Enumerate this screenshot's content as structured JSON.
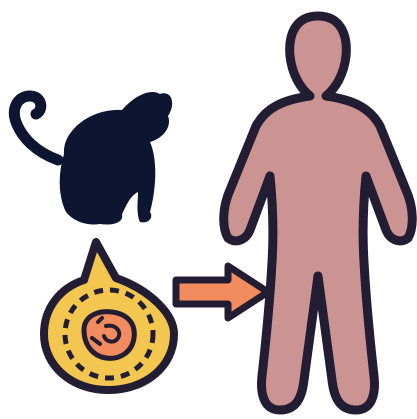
{
  "illustration": {
    "subjects": [
      {
        "id": "monkey",
        "icon": "monkey-icon"
      },
      {
        "id": "pathogen",
        "icon": "virus-cell-icon"
      },
      {
        "id": "transmission",
        "icon": "arrow-right-icon"
      },
      {
        "id": "human",
        "icon": "human-body-icon"
      }
    ],
    "colors": {
      "outline": "#231d33",
      "monkey": "#0d1531",
      "human_body": "#cc9393",
      "pathogen_shell": "#f3c64f",
      "pathogen_core": "#f28b5e",
      "arrow": "#f28b5e",
      "background": "#ffffff"
    }
  }
}
